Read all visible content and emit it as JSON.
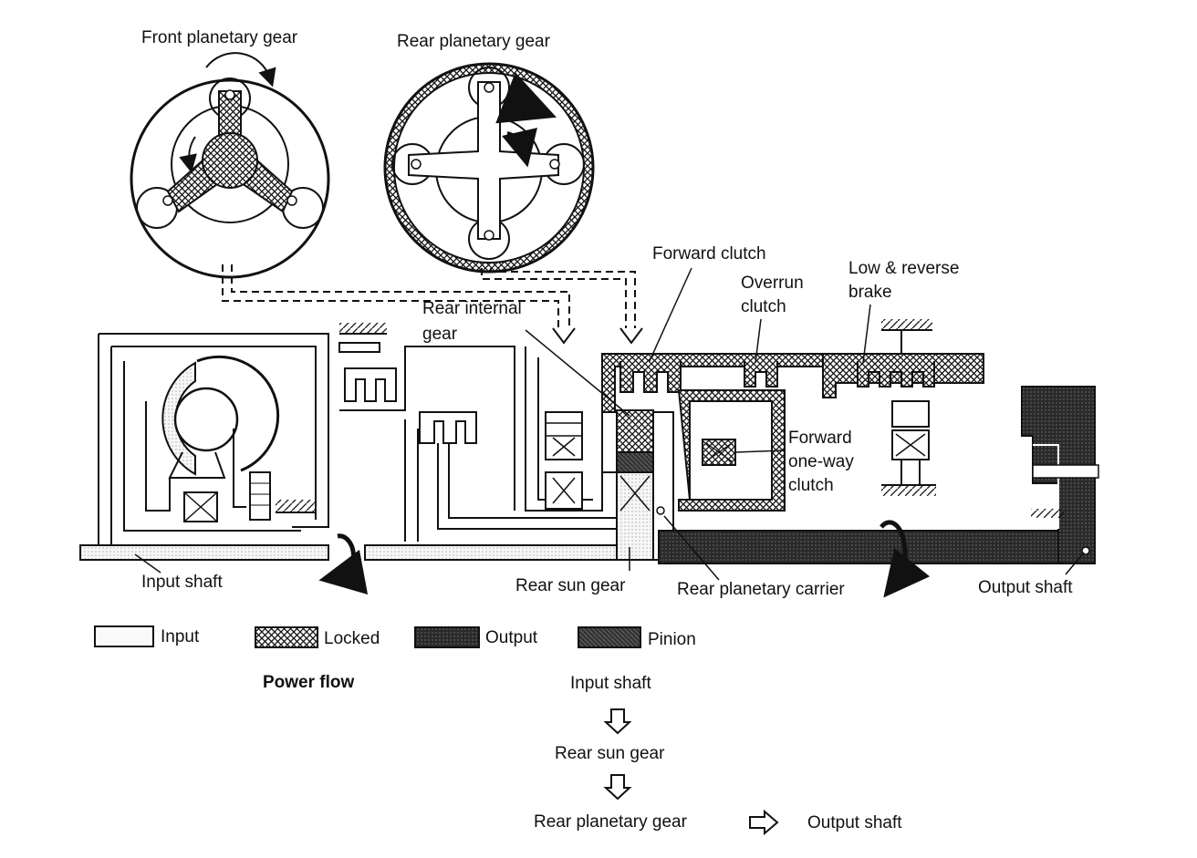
{
  "labels": {
    "front_planetary": "Front planetary gear",
    "rear_planetary": "Rear planetary gear",
    "forward_clutch": "Forward clutch",
    "overrun_1": "Overrun",
    "overrun_2": "clutch",
    "low_reverse_1": "Low & reverse",
    "low_reverse_2": "brake",
    "rear_internal_1": "Rear internal",
    "rear_internal_2": "gear",
    "forward_oneway_1": "Forward",
    "forward_oneway_2": "one-way",
    "forward_oneway_3": "clutch",
    "input_shaft": "Input shaft",
    "rear_sun_gear": "Rear sun gear",
    "rear_planetary_carrier": "Rear planetary carrier",
    "output_shaft": "Output shaft"
  },
  "legend": [
    {
      "label": "Input",
      "pattern": "input"
    },
    {
      "label": "Locked",
      "pattern": "locked"
    },
    {
      "label": "Output",
      "pattern": "output"
    },
    {
      "label": "Pinion",
      "pattern": "pinion"
    }
  ],
  "power_flow": {
    "title": "Power flow",
    "step1": "Input shaft",
    "step2": "Rear sun gear",
    "step3": "Rear planetary gear",
    "step4": "Output shaft"
  },
  "colors": {
    "ink": "#111111",
    "paper": "#ffffff",
    "output_fill": "#2a2a2a",
    "input_fill": "#efefef"
  }
}
